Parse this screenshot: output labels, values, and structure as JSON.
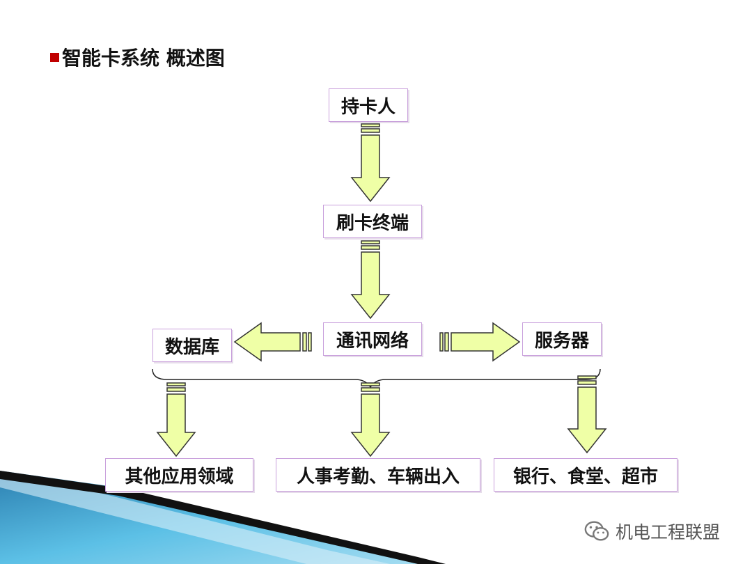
{
  "title": "智能卡系统 概述图",
  "nodes": {
    "cardholder": "持卡人",
    "terminal": "刷卡终端",
    "network": "通讯网络",
    "database": "数据库",
    "server": "服务器",
    "other_apps": "其他应用领域",
    "hr_vehicle": "人事考勤、车辆出入",
    "bank_canteen_market": "银行、食堂、超市"
  },
  "footer": {
    "watermark": "机电工程联盟"
  },
  "colors": {
    "arrow_fill": "#efffa6",
    "arrow_stroke": "#333333",
    "box_border": "#c9a0dc",
    "bullet": "#c00000",
    "deco_blue": "#3a9ac8"
  }
}
